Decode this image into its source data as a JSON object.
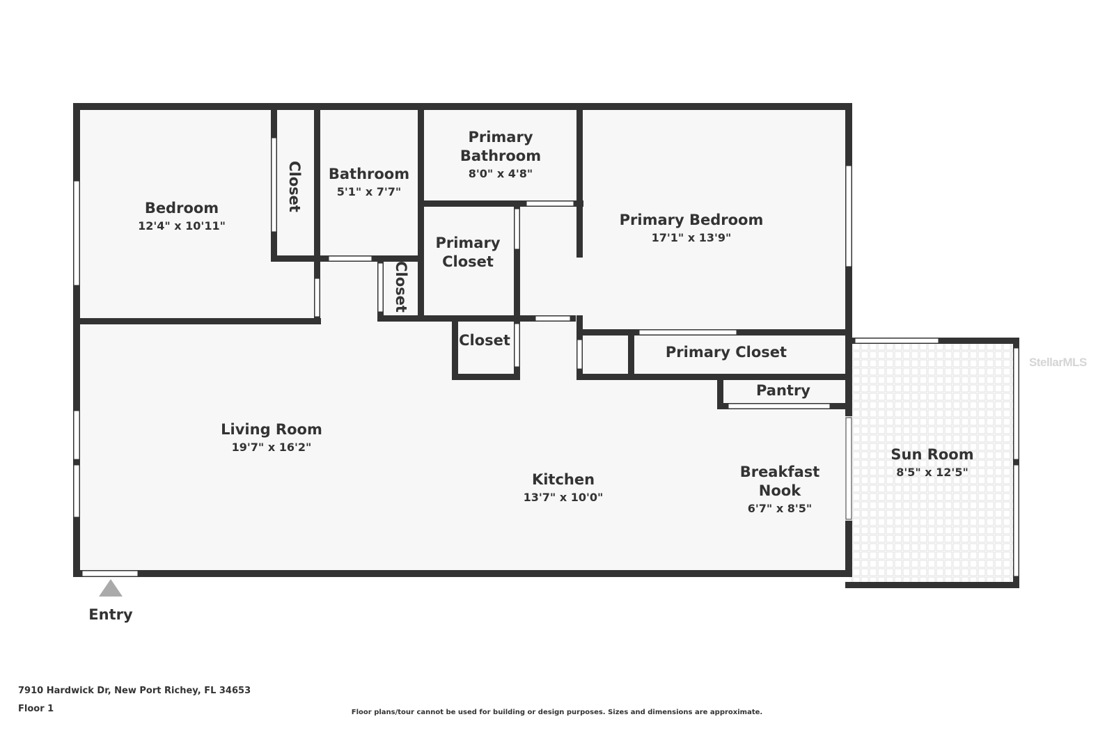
{
  "rooms": [
    {
      "id": "bedroom",
      "name": "Bedroom",
      "dims": "12'4\" x 10'11\""
    },
    {
      "id": "closet-1",
      "name": "Closet"
    },
    {
      "id": "bathroom",
      "name": "Bathroom",
      "dims": "5'1\" x 7'7\""
    },
    {
      "id": "primary-bathroom",
      "name_lines": [
        "Primary",
        "Bathroom"
      ],
      "dims": "8'0\" x 4'8\""
    },
    {
      "id": "primary-bedroom",
      "name": "Primary Bedroom",
      "dims": "17'1\" x 13'9\""
    },
    {
      "id": "primary-closet-1",
      "name_lines": [
        "Primary",
        "Closet"
      ]
    },
    {
      "id": "closet-2",
      "name": "Closet"
    },
    {
      "id": "closet-3",
      "name": "Closet"
    },
    {
      "id": "primary-closet-2",
      "name": "Primary Closet"
    },
    {
      "id": "pantry",
      "name": "Pantry"
    },
    {
      "id": "living-room",
      "name": "Living Room",
      "dims": "19'7\" x 16'2\""
    },
    {
      "id": "kitchen",
      "name": "Kitchen",
      "dims": "13'7\" x 10'0\""
    },
    {
      "id": "breakfast-nook",
      "name_lines": [
        "Breakfast",
        "Nook"
      ],
      "dims": "6'7\" x 8'5\""
    },
    {
      "id": "sun-room",
      "name": "Sun Room",
      "dims": "8'5\" x 12'5\""
    }
  ],
  "entry": {
    "label": "Entry"
  },
  "footer": {
    "address": "7910 Hardwick Dr, New Port Richey, FL 34653",
    "floor": "Floor 1",
    "disclaimer": "Floor plans/tour cannot be used for building or design purposes. Sizes and dimensions are approximate."
  },
  "watermark": "StellarMLS",
  "colors": {
    "wall": "#333333",
    "floor": "#f7f7f7",
    "opening": "#ffffff",
    "text": "#333333"
  }
}
